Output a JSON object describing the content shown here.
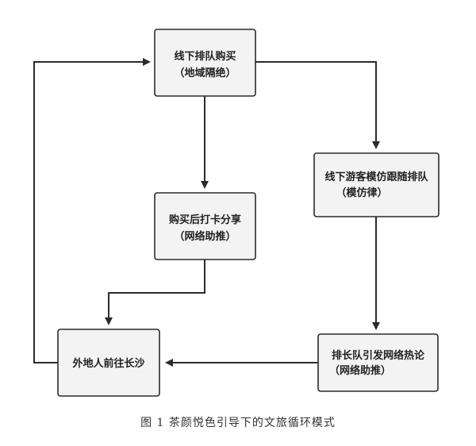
{
  "nodes": {
    "offline_queue": {
      "line1": "线下排队购买",
      "line2": "（地域隔绝）"
    },
    "share": {
      "line1": "购买后打卡分享",
      "line2": "（网络助推）"
    },
    "imitate": {
      "line1": "线下游客模仿跟随排队",
      "line2": "（模仿律）"
    },
    "long_queue": {
      "line1": "排长队引发网络热论",
      "line2": "（网络助推）"
    },
    "visitors": {
      "line1": "外地人前往长沙"
    }
  },
  "caption": "图 1 茶颜悦色引导下的文旅循环模式",
  "colors": {
    "box_fill": "#f3f3f3",
    "box_stroke": "#2b2b2b",
    "arrow": "#2b2b2b"
  }
}
